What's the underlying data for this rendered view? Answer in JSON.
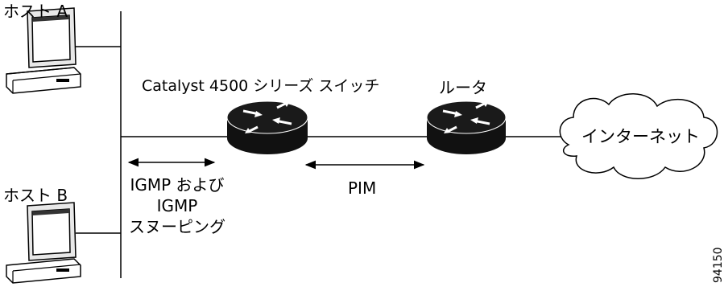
{
  "labels": {
    "host_a": "ホスト A",
    "host_b": "ホスト B",
    "switch": "Catalyst 4500 シリーズ スイッチ",
    "router": "ルータ",
    "internet": "インターネット",
    "igmp_line1": "IGMP および",
    "igmp_line2": "IGMP",
    "igmp_line3": "スヌーピング",
    "pim": "PIM"
  },
  "figure_id": "94150"
}
